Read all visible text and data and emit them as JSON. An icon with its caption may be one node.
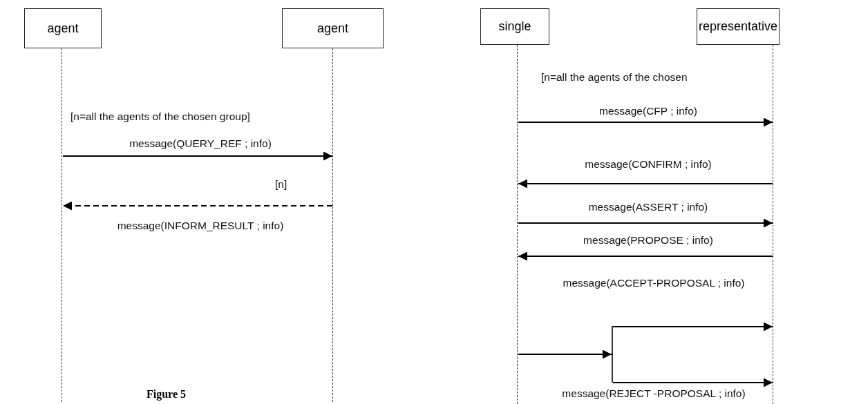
{
  "diagram": {
    "caption": "Figure 5",
    "nodes": [
      {
        "text": [
          "agent"
        ]
      },
      {
        "text": [
          "agent"
        ]
      },
      {
        "text": [
          "single"
        ]
      },
      {
        "text": [
          "representative"
        ]
      },
      {
        "text": [],
        "shape": "line"
      },
      {
        "text": [],
        "shape": "line"
      },
      {
        "text": [],
        "shape": "line"
      },
      {
        "text": [],
        "shape": "line"
      },
      {
        "text": [],
        "shape": "bar"
      }
    ],
    "edges": [
      {
        "from": 4,
        "to": 5,
        "arrow": "to",
        "label": "message(QUERY_REF ; info)"
      },
      {
        "from": 5,
        "to": 4,
        "arrow": "to",
        "label": "message(INFORM_RESULT ; info)",
        "style": "dashed"
      },
      {
        "from": 6,
        "to": 7,
        "arrow": "to",
        "label": "message(CFP ; info)"
      },
      {
        "from": 7,
        "to": 6,
        "arrow": "to",
        "label": "message(CONFIRM  ; info)"
      },
      {
        "from": 6,
        "to": 7,
        "arrow": "to",
        "label": "message(ASSERT ; info)"
      },
      {
        "from": 7,
        "to": 6,
        "arrow": "to",
        "label": "message(PROPOSE ; info)"
      },
      {
        "from": 6,
        "to": 8,
        "arrow": "to"
      },
      {
        "from": 8,
        "to": 7,
        "arrow": "to",
        "label": "message(ACCEPT-PROPOSAL ; info)"
      },
      {
        "from": 8,
        "to": 7,
        "arrow": "to",
        "label": "message(REJECT -PROPOSAL ; info)"
      }
    ],
    "labels": [
      "[n=all the agents of the chosen group]",
      "[n]",
      "[n=all the agents of the chosen"
    ]
  }
}
